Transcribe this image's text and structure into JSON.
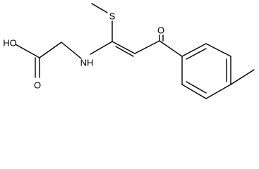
{
  "molecule": {
    "atom_labels": {
      "sulfur": "S",
      "ketone_oxygen": "O",
      "hydroxyl": "HO",
      "acid_oxygen": "O",
      "amine": "NH"
    }
  }
}
